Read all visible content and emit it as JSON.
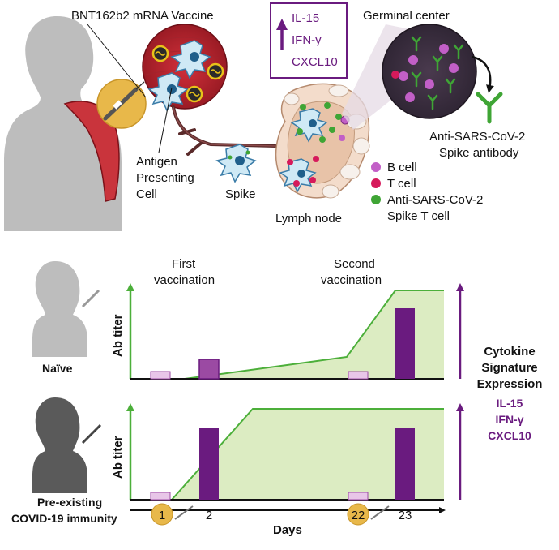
{
  "top": {
    "vaccine_label": "BNT162b2 mRNA Vaccine",
    "apc_label": [
      "Antigen",
      "Presenting",
      "Cell"
    ],
    "spike_label": "Spike",
    "lymph_label": "Lymph node",
    "cytokines": [
      "IL-15",
      "IFN-γ",
      "CXCL10"
    ],
    "gc_label": "Germinal center",
    "antibody_label": [
      "Anti-SARS-CoV-2",
      "Spike antibody"
    ],
    "legend": [
      {
        "text": "B cell",
        "color": "#c25fc7"
      },
      {
        "text": "T cell",
        "color": "#d61a5b"
      },
      {
        "text": "Anti-SARS-CoV-2",
        "text2": "Spike T cell",
        "color": "#3fa535"
      }
    ]
  },
  "panels": {
    "first_vacc": [
      "First",
      "vaccination"
    ],
    "second_vacc": [
      "Second",
      "vaccination"
    ],
    "naive_label": "Naïve",
    "immune_label": [
      "Pre-existing",
      "COVID-19 immunity"
    ],
    "y_label": "Ab titer",
    "days_label": "Days",
    "day_ticks": [
      "1",
      "2",
      "22",
      "23"
    ],
    "signature": [
      "Cytokine",
      "Signature",
      "Expression"
    ],
    "signature_cytokines": [
      "IL-15",
      "IFN-γ",
      "CXCL10"
    ]
  },
  "colors": {
    "purple": "#6a1b7f",
    "light_purple": "#e8c6e8",
    "mid_purple": "#9b4aa3",
    "green": "#4caf3a",
    "green_fill": "#dcecc2",
    "gold": "#e8b84a",
    "gray": "#bdbdbd",
    "dark_gray": "#5a5a5a"
  }
}
